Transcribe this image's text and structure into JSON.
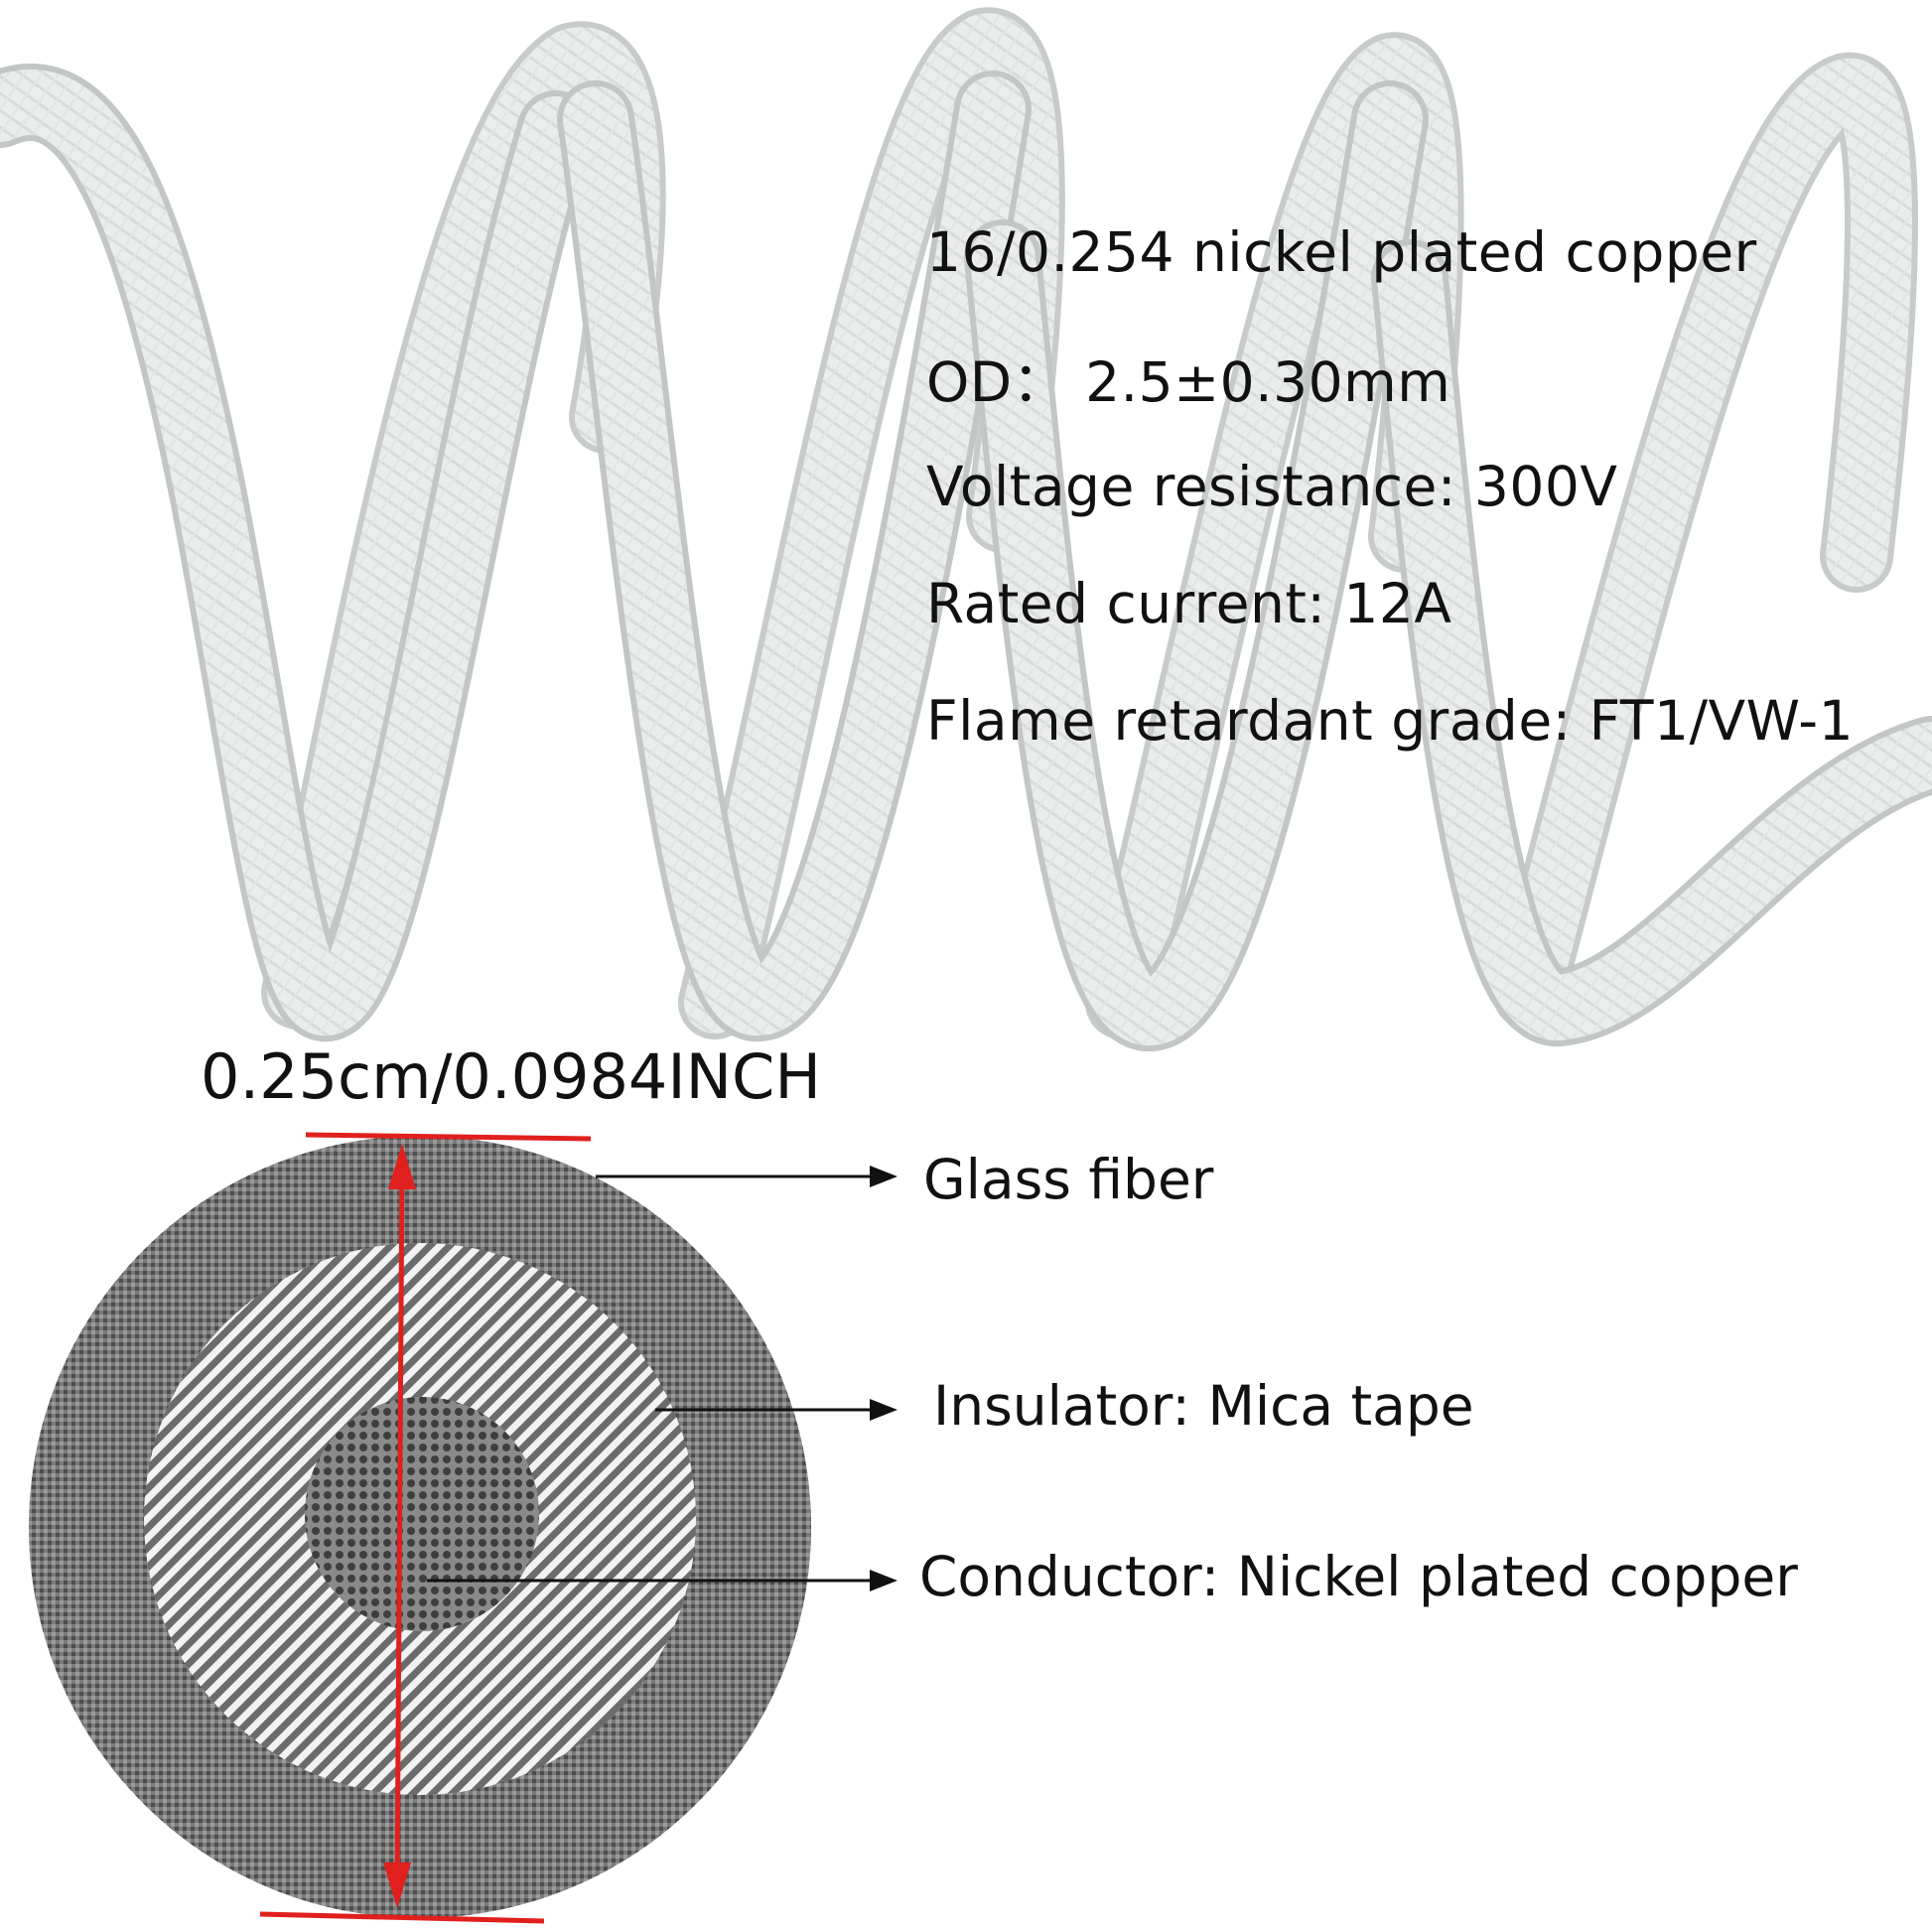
{
  "specs": [
    "16/0.254 nickel plated copper",
    "OD： 2.5±0.30mm",
    "Voltage resistance: 300V",
    "Rated current: 12A",
    "Flame retardant grade: FT1/VW-1"
  ],
  "dimension_label": "0.25cm/0.0984INCH",
  "callouts": {
    "glass_fiber": "Glass fiber",
    "insulator": "Insulator: Mica tape",
    "conductor": "Conductor: Nickel plated copper"
  },
  "colors": {
    "coil": "#e9ecea",
    "coil_edge": "#c9ceca",
    "dimension_line": "#e0201e",
    "outer_layer": "#6f6f6f",
    "conductor": "#555555"
  }
}
